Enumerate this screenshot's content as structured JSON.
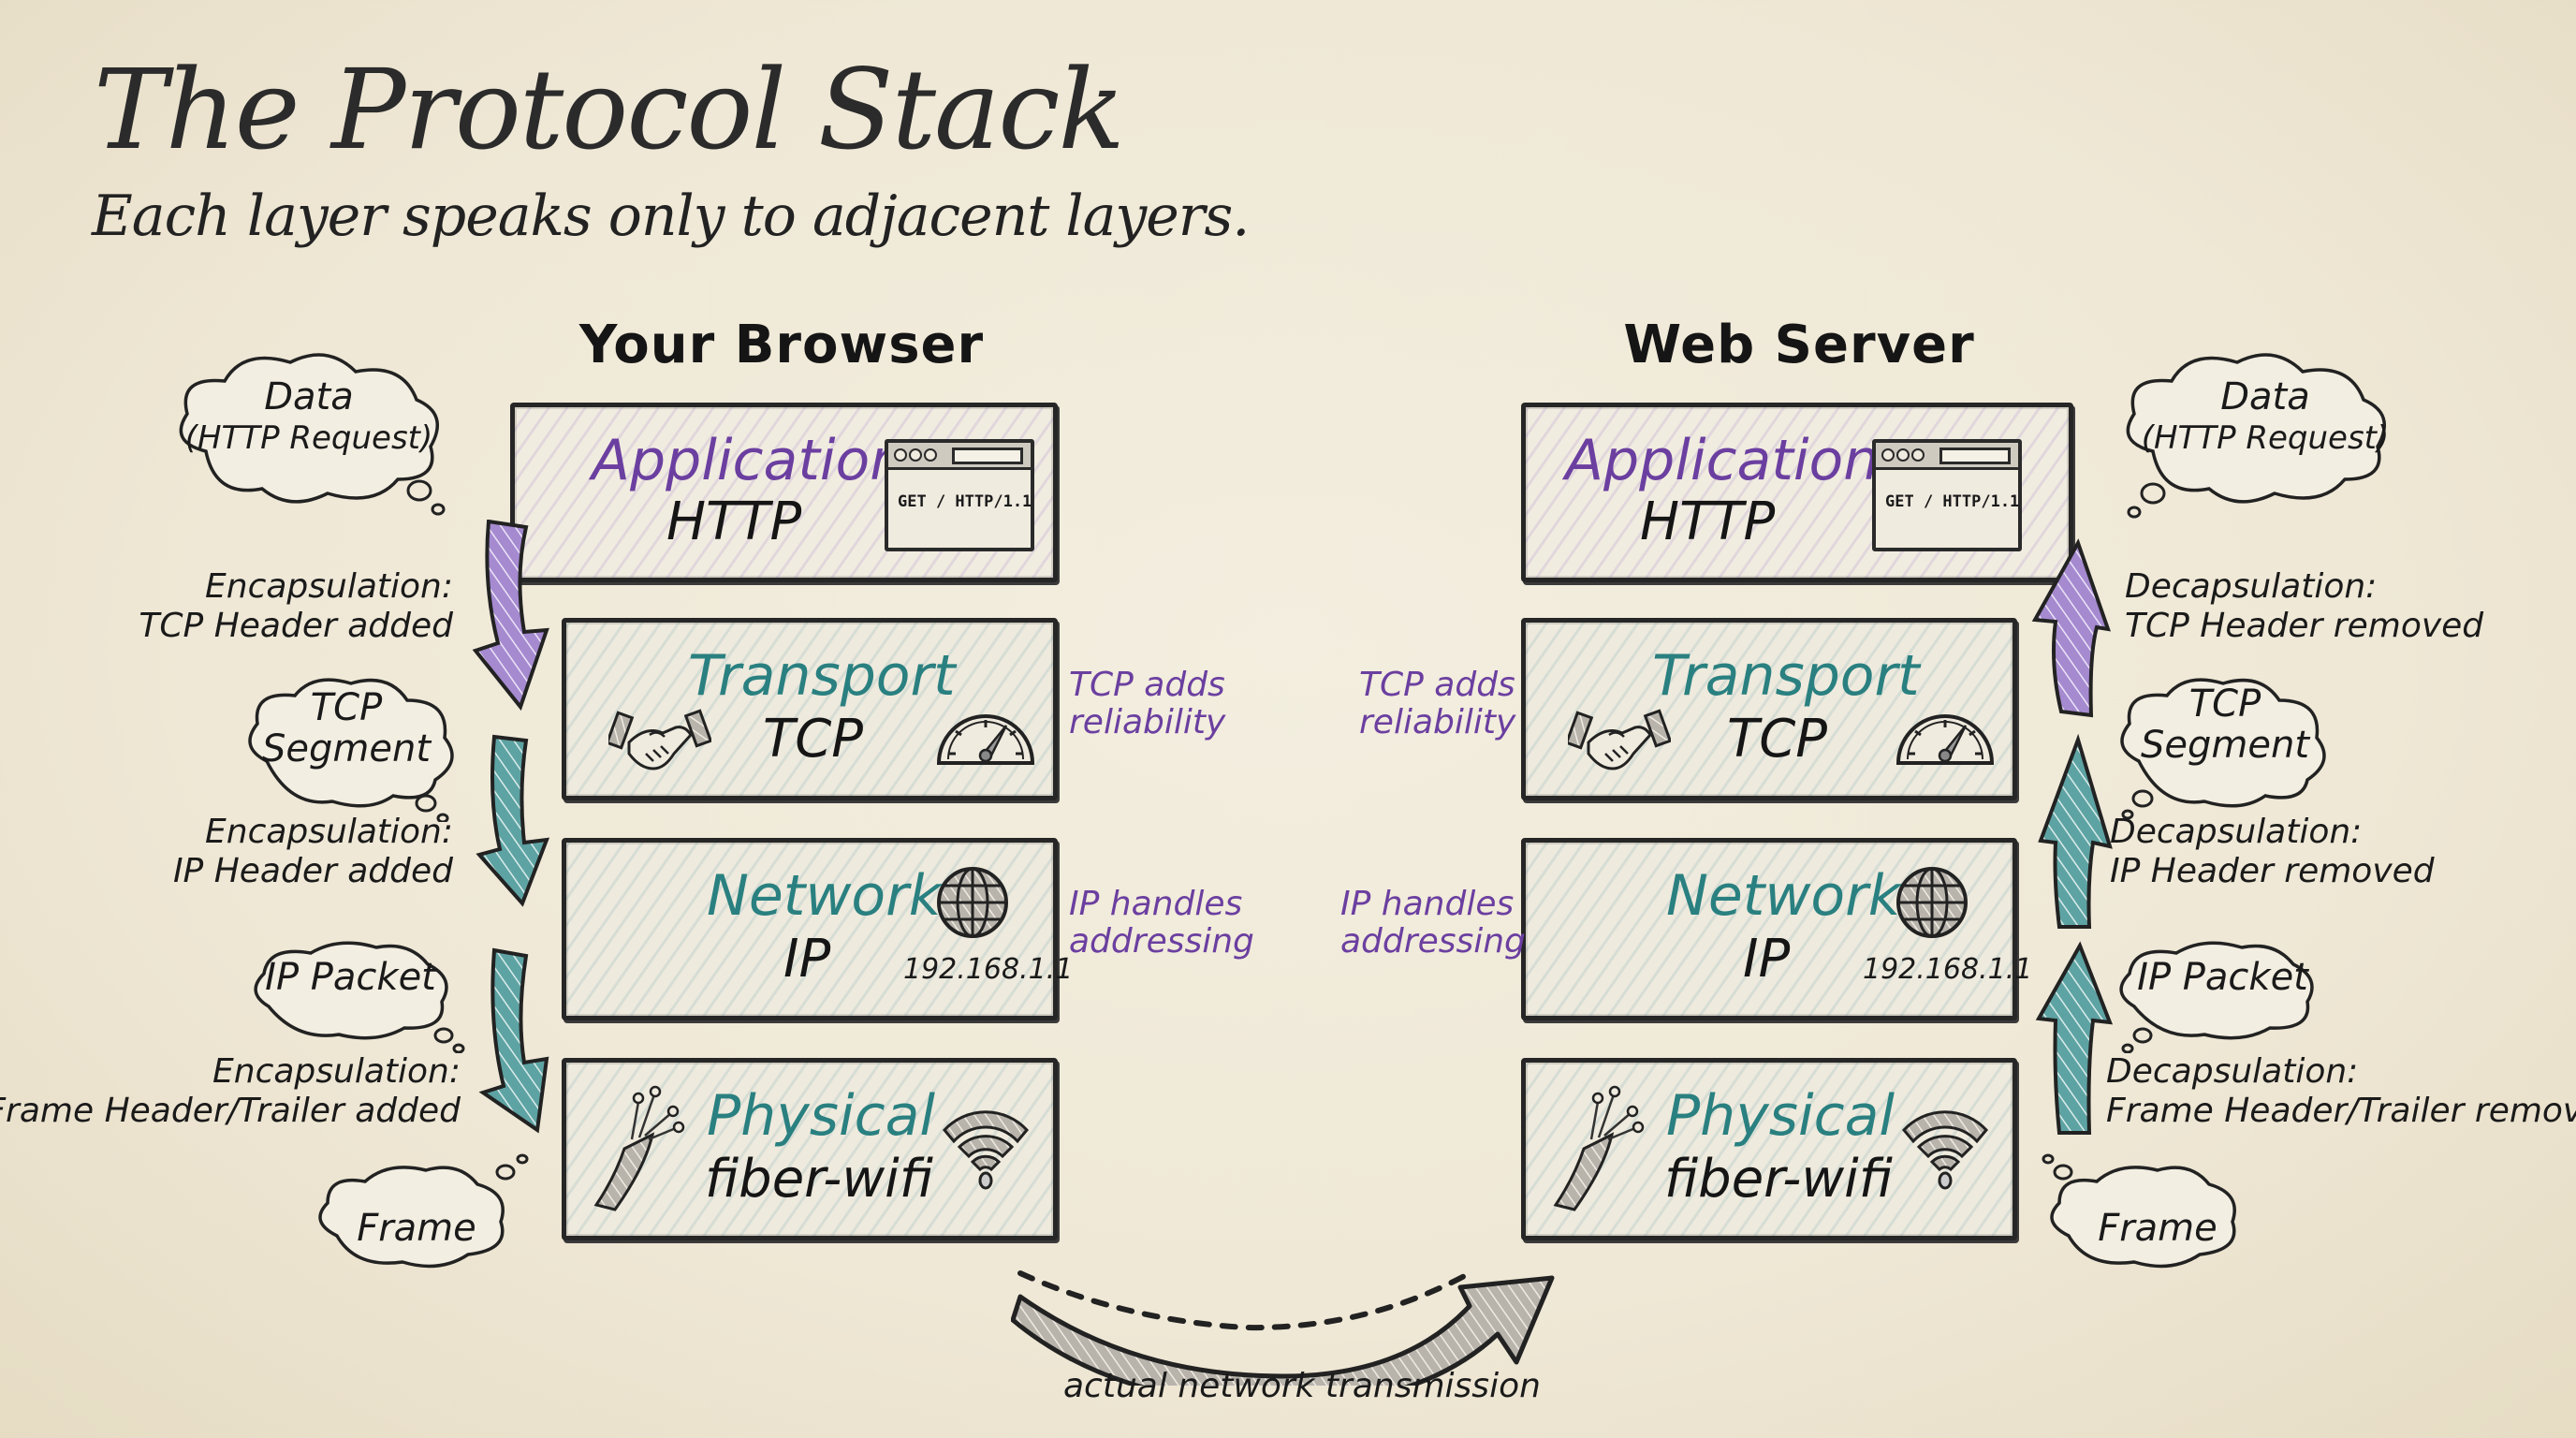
{
  "title": "The Protocol Stack",
  "subtitle": "Each layer speaks only to adjacent layers.",
  "colors": {
    "background": "#efe8d6",
    "application_purple": "#6b3fa0",
    "arrow_purple": "#9a77c9",
    "layer_teal": "#2a8080",
    "arrow_teal": "#4e9a9a",
    "ink": "#1e1e1e"
  },
  "browser": {
    "heading": "Your Browser",
    "layers": [
      {
        "name": "Application",
        "protocol": "HTTP",
        "icon": "browser-window-icon",
        "icon_text": "GET / HTTP/1.1"
      },
      {
        "name": "Transport",
        "protocol": "TCP",
        "icons": [
          "handshake-icon",
          "speedometer-icon"
        ],
        "note": [
          "TCP adds",
          "reliability"
        ]
      },
      {
        "name": "Network",
        "protocol": "IP",
        "icon": "globe-icon",
        "address": "192.168.1.1",
        "note": [
          "IP handles",
          "addressing"
        ]
      },
      {
        "name": "Physical",
        "protocol": "fiber-wifi",
        "icons": [
          "fiber-cable-icon",
          "wifi-icon"
        ]
      }
    ],
    "clouds": [
      {
        "line1": "Data",
        "line2": "(HTTP Request)"
      },
      {
        "line1": "TCP",
        "line2": "Segment"
      },
      {
        "line1": "IP Packet",
        "line2": ""
      },
      {
        "line1": "Frame",
        "line2": ""
      }
    ],
    "steps": [
      {
        "line1": "Encapsulation:",
        "line2": "TCP Header added"
      },
      {
        "line1": "Encapsulation:",
        "line2": "IP Header added"
      },
      {
        "line1": "Encapsulation:",
        "line2": "Frame Header/Trailer added"
      }
    ]
  },
  "server": {
    "heading": "Web Server",
    "layers": [
      {
        "name": "Application",
        "protocol": "HTTP",
        "icon": "browser-window-icon",
        "icon_text": "GET / HTTP/1.1"
      },
      {
        "name": "Transport",
        "protocol": "TCP",
        "icons": [
          "handshake-icon",
          "speedometer-icon"
        ],
        "note": [
          "TCP adds",
          "reliability"
        ]
      },
      {
        "name": "Network",
        "protocol": "IP",
        "icon": "globe-icon",
        "address": "192.168.1.1",
        "note": [
          "IP handles",
          "addressing"
        ]
      },
      {
        "name": "Physical",
        "protocol": "fiber-wifi",
        "icons": [
          "fiber-cable-icon",
          "wifi-icon"
        ]
      }
    ],
    "clouds": [
      {
        "line1": "Data",
        "line2": "(HTTP Request)"
      },
      {
        "line1": "TCP",
        "line2": "Segment"
      },
      {
        "line1": "IP Packet",
        "line2": ""
      },
      {
        "line1": "Frame",
        "line2": ""
      }
    ],
    "steps": [
      {
        "line1": "Decapsulation:",
        "line2": "TCP Header removed"
      },
      {
        "line1": "Decapsulation:",
        "line2": "IP Header removed"
      },
      {
        "line1": "Decapsulation:",
        "line2": "Frame Header/Trailer removed"
      }
    ]
  },
  "transmission": {
    "label": "actual network transmission",
    "icon": "curved-arrow-icon"
  }
}
